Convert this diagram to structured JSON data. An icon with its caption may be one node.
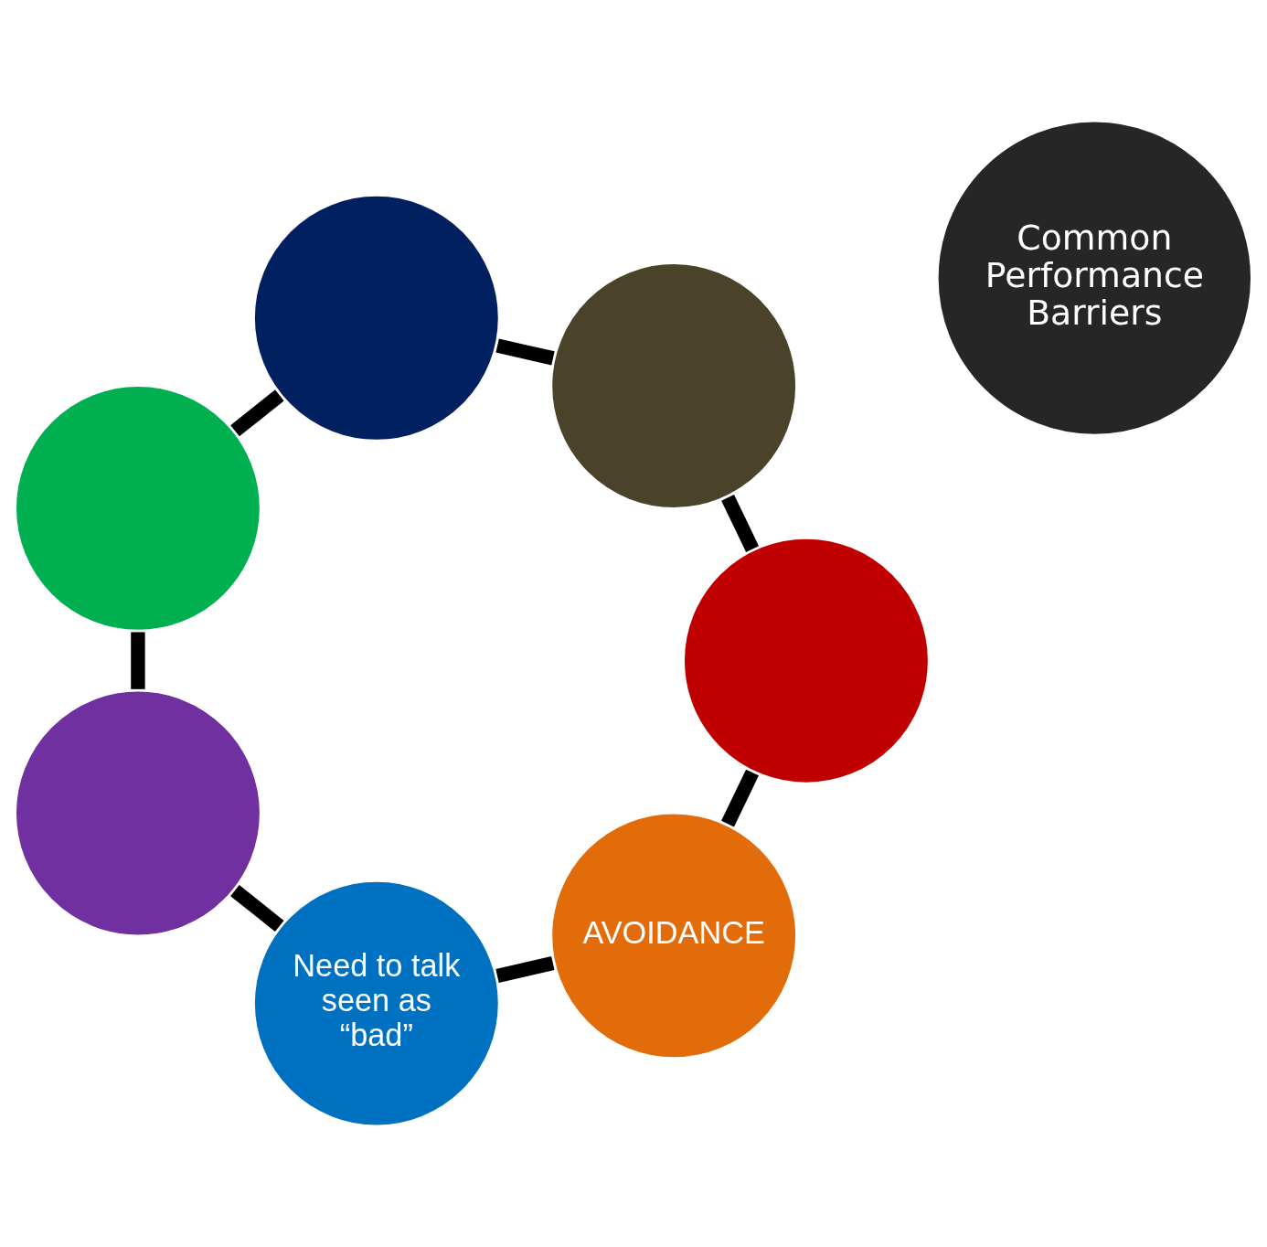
{
  "diagram": {
    "nodes": [
      {
        "text": [
          "AVOIDANCE"
        ]
      },
      {
        "text": [
          "Need to talk seen as “bad”"
        ]
      },
      {
        "text": [],
        "shape": "circle"
      },
      {
        "text": [],
        "shape": "circle"
      },
      {
        "text": [],
        "shape": "circle"
      },
      {
        "text": [],
        "shape": "circle"
      },
      {
        "text": [],
        "shape": "circle"
      },
      {
        "text": [
          "Common Performance Barriers"
        ]
      }
    ],
    "edges": [
      {
        "from": 0,
        "to": 1,
        "arrow": "none"
      },
      {
        "from": 1,
        "to": 2,
        "arrow": "none"
      },
      {
        "from": 2,
        "to": 3,
        "arrow": "none"
      },
      {
        "from": 3,
        "to": 4,
        "arrow": "none"
      },
      {
        "from": 4,
        "to": 5,
        "arrow": "none"
      },
      {
        "from": 5,
        "to": 6,
        "arrow": "none"
      },
      {
        "from": 6,
        "to": 0,
        "arrow": "none"
      }
    ]
  }
}
